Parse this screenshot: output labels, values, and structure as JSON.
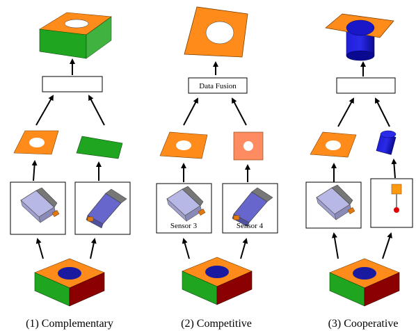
{
  "panels": [
    {
      "caption": "(1) Complementary",
      "fusion_label": ""
    },
    {
      "caption": "(2) Competitive",
      "fusion_label": "Data Fusion",
      "sensor_left": "Sensor 3",
      "sensor_right": "Sensor 4"
    },
    {
      "caption": "(3) Cooperative",
      "fusion_label": ""
    }
  ],
  "colors": {
    "orange": "#ff8c1a",
    "green": "#1fa51f",
    "dark_red": "#8b0000",
    "blue_hole": "#1a1aa0",
    "cylinder_blue": "#1818c8",
    "sensor_body": "#b7b8e6"
  }
}
